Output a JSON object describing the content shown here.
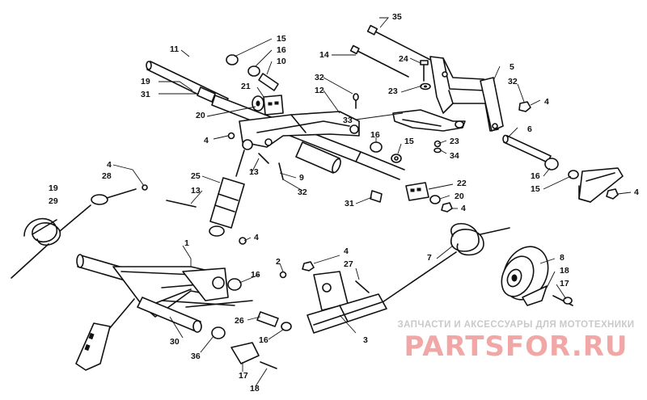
{
  "callouts": [
    "35",
    "14",
    "24",
    "5",
    "32",
    "4",
    "6",
    "11",
    "15",
    "16",
    "10",
    "19",
    "31",
    "21",
    "20",
    "32",
    "12",
    "23",
    "33",
    "16",
    "15",
    "23",
    "34",
    "4",
    "13",
    "9",
    "32",
    "22",
    "20",
    "4",
    "31",
    "16",
    "15",
    "4",
    "4",
    "28",
    "25",
    "13",
    "4",
    "19",
    "29",
    "7",
    "8",
    "18",
    "17",
    "1",
    "2",
    "16",
    "4",
    "27",
    "30",
    "36",
    "26",
    "16",
    "3",
    "17",
    "18"
  ],
  "watermark": {
    "tagline": "ЗАПЧАСТИ И АКСЕССУАРЫ ДЛЯ МОТОТЕХНИКИ",
    "logo": "PARTSFOR.RU"
  },
  "colors": {
    "ink": "#111111",
    "watermark_text": "#c9c9c9",
    "watermark_logo": "#f2a7a7"
  }
}
